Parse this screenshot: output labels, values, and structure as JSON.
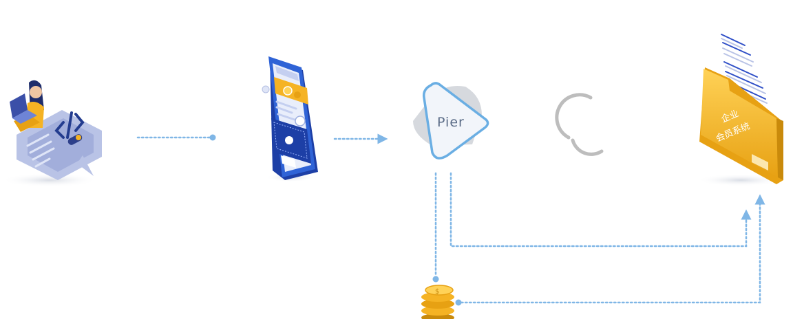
{
  "nodes": {
    "pier": {
      "label": "Pier"
    },
    "member_system": {
      "title_line1": "企业",
      "title_line2": "会员系统"
    }
  },
  "colors": {
    "connector": "#7fb6e6",
    "pier_outline": "#6aaee3",
    "gold": "#f5b324",
    "phone_blue": "#2f63d6",
    "loader_gray": "#bdbdbd"
  }
}
